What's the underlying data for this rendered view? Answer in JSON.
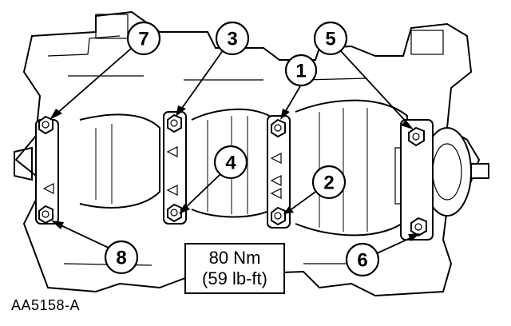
{
  "callouts": [
    "7",
    "3",
    "5",
    "1",
    "4",
    "2",
    "8",
    "6"
  ],
  "torque": {
    "metric": "80 Nm",
    "imperial": "(59 lb-ft)"
  },
  "reference_code": "AA5158-A"
}
